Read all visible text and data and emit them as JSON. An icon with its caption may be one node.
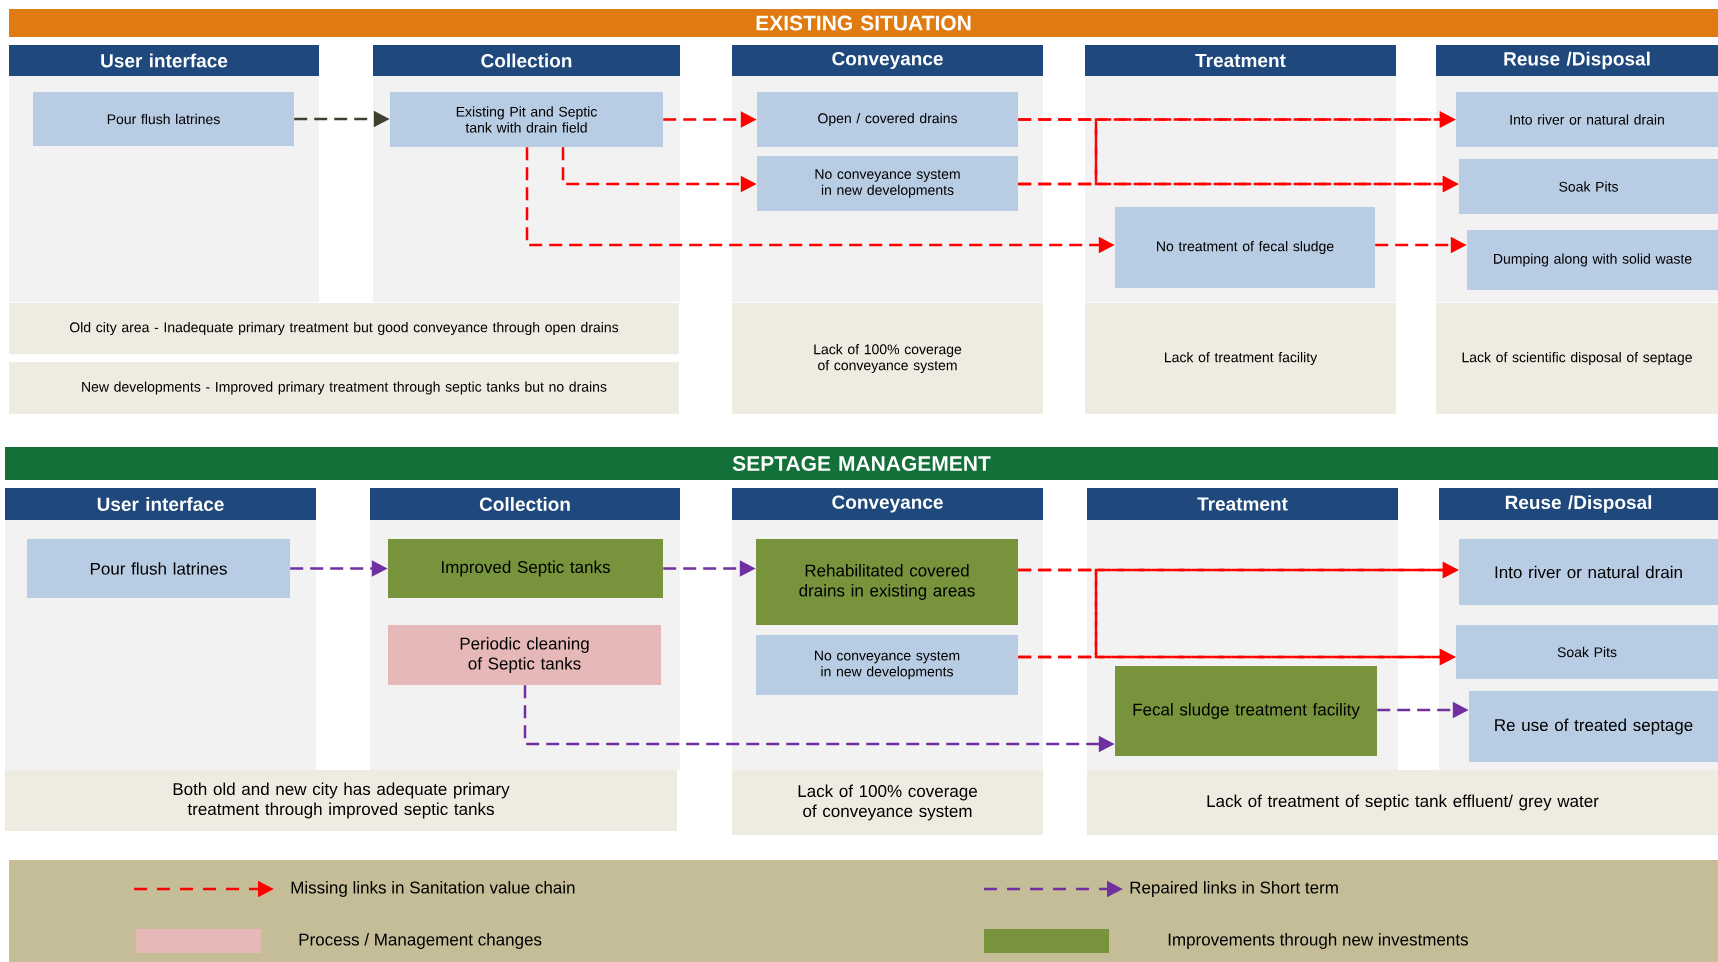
{
  "diagram": {
    "nodes": [
      {
        "text": [
          "EXISTING SITUATION"
        ]
      },
      {
        "text": [
          "User interface"
        ]
      },
      {
        "text": [
          "Collection"
        ]
      },
      {
        "text": [
          "Conveyance"
        ]
      },
      {
        "text": [
          "Treatment"
        ]
      },
      {
        "text": [
          "Reuse /Disposal"
        ]
      },
      {
        "text": [
          "Pour flush latrines"
        ]
      },
      {
        "text": [
          "Existing Pit and Septic tank with drain field"
        ]
      },
      {
        "text": [
          "Open / covered drains"
        ]
      },
      {
        "text": [
          "No conveyance system in new developments"
        ]
      },
      {
        "text": [
          "No treatment of fecal sludge"
        ]
      },
      {
        "text": [
          "Into river or natural drain"
        ]
      },
      {
        "text": [
          "Soak Pits"
        ]
      },
      {
        "text": [
          "Dumping along with solid waste"
        ]
      },
      {
        "text": [
          "Old city area - Inadequate primary treatment but good conveyance through open drains"
        ]
      },
      {
        "text": [
          "New developments - Improved primary treatment through septic tanks but no drains"
        ]
      },
      {
        "text": [
          "Lack of 100% coverage of conveyance system"
        ]
      },
      {
        "text": [
          "Lack of treatment facility"
        ]
      },
      {
        "text": [
          "Lack of scientific disposal of septage"
        ]
      },
      {
        "text": [
          "SEPTAGE MANAGEMENT"
        ]
      },
      {
        "text": [
          "User interface"
        ]
      },
      {
        "text": [
          "Collection"
        ]
      },
      {
        "text": [
          "Conveyance"
        ]
      },
      {
        "text": [
          "Treatment"
        ]
      },
      {
        "text": [
          "Reuse /Disposal"
        ]
      },
      {
        "text": [
          "Pour flush latrines"
        ]
      },
      {
        "text": [
          "Improved Septic tanks"
        ]
      },
      {
        "text": [
          "Periodic cleaning of Septic tanks"
        ]
      },
      {
        "text": [
          "Rehabilitated covered drains in existing areas"
        ]
      },
      {
        "text": [
          "No conveyance system in new developments"
        ]
      },
      {
        "text": [
          "Fecal sludge treatment facility"
        ]
      },
      {
        "text": [
          "Into river or natural drain"
        ]
      },
      {
        "text": [
          "Soak Pits"
        ]
      },
      {
        "text": [
          "Re use of treated septage"
        ]
      },
      {
        "text": [
          "Both old and new city has adequate primary treatment through improved septic tanks"
        ]
      },
      {
        "text": [
          "Lack of 100% coverage of conveyance system"
        ]
      },
      {
        "text": [
          "Lack of treatment of septic tank effluent/ grey water"
        ]
      }
    ],
    "edges": [
      {
        "from": 6,
        "to": 7,
        "arrow": "to",
        "style": "dashed",
        "color": "#404030"
      },
      {
        "from": 7,
        "to": 8,
        "arrow": "to",
        "style": "dashed"
      },
      {
        "from": 7,
        "to": 9,
        "arrow": "to",
        "style": "dashed"
      },
      {
        "from": 7,
        "to": 10,
        "arrow": "to",
        "style": "dashed"
      },
      {
        "from": 8,
        "to": 11,
        "arrow": "to",
        "style": "dashed"
      },
      {
        "from": 8,
        "to": 12,
        "arrow": "to",
        "style": "dashed"
      },
      {
        "from": 9,
        "to": 11,
        "arrow": "to",
        "style": "dashed"
      },
      {
        "from": 9,
        "to": 12,
        "arrow": "to",
        "style": "dashed"
      },
      {
        "from": 10,
        "to": 13,
        "arrow": "to",
        "style": "dashed"
      },
      {
        "from": 25,
        "to": 26,
        "arrow": "to",
        "style": "dashed",
        "color": "#7030a0"
      },
      {
        "from": 26,
        "to": 28,
        "arrow": "to",
        "style": "dashed",
        "color": "#7030a0"
      },
      {
        "from": 27,
        "to": 30,
        "arrow": "to",
        "style": "dashed",
        "color": "#7030a0"
      },
      {
        "from": 28,
        "to": 31,
        "arrow": "to",
        "style": "dashed"
      },
      {
        "from": 28,
        "to": 32,
        "arrow": "to",
        "style": "dashed"
      },
      {
        "from": 29,
        "to": 31,
        "arrow": "to",
        "style": "dashed"
      },
      {
        "from": 29,
        "to": 32,
        "arrow": "to",
        "style": "dashed"
      },
      {
        "from": 30,
        "to": 33,
        "arrow": "to",
        "style": "dashed",
        "color": "#7030a0"
      }
    ],
    "legend": [
      {
        "text": "Missing links in Sanitation value chain"
      },
      {
        "text": "Repaired links in Short term"
      },
      {
        "text": "Process / Management changes",
        "color": "#e6b8b7"
      },
      {
        "text": "Improvements through new investments",
        "color": "#77933c"
      }
    ]
  }
}
